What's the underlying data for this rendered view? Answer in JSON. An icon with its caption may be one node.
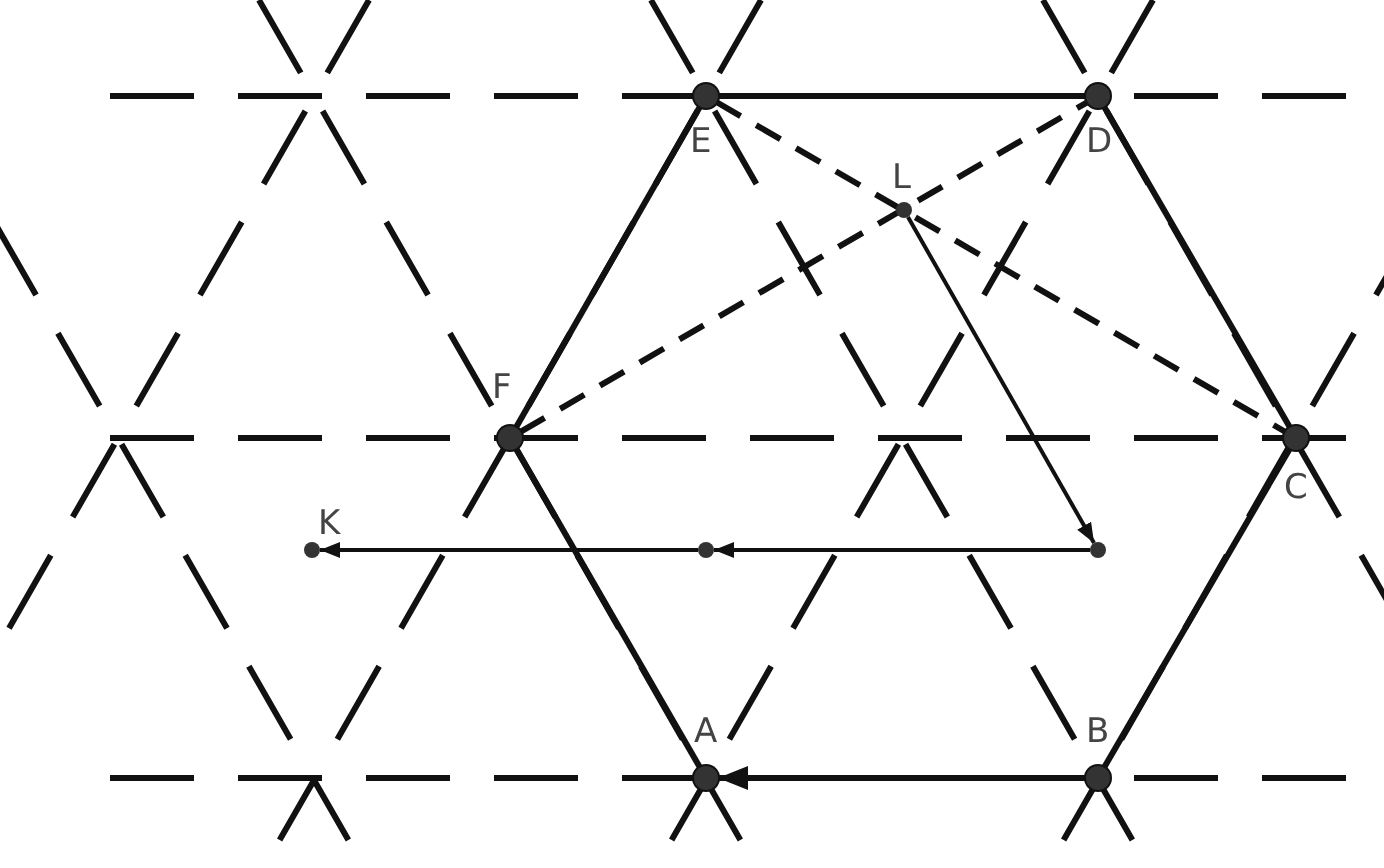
{
  "diagram": {
    "nodes": [
      {
        "text": [
          "A"
        ]
      },
      {
        "text": [
          "B"
        ]
      },
      {
        "text": [
          "C"
        ]
      },
      {
        "text": [
          "D"
        ]
      },
      {
        "text": [
          "E"
        ]
      },
      {
        "text": [
          "F"
        ]
      },
      {
        "text": [
          "K"
        ]
      },
      {
        "text": [
          "L"
        ]
      },
      {
        "text": [],
        "shape": "circle"
      },
      {
        "text": [],
        "shape": "circle"
      }
    ],
    "edges": [
      {
        "from": 4,
        "to": 3,
        "arrow": "none"
      },
      {
        "from": 3,
        "to": 2,
        "arrow": "none"
      },
      {
        "from": 2,
        "to": 1,
        "arrow": "none"
      },
      {
        "from": 1,
        "to": 0,
        "arrow": "to"
      },
      {
        "from": 0,
        "to": 5,
        "arrow": "none"
      },
      {
        "from": 5,
        "to": 4,
        "arrow": "none"
      },
      {
        "from": 4,
        "to": 2,
        "arrow": "none",
        "style": "dashed"
      },
      {
        "from": 5,
        "to": 3,
        "arrow": "none",
        "style": "dashed"
      },
      {
        "from": 7,
        "to": 9,
        "arrow": "to"
      },
      {
        "from": 9,
        "to": 8,
        "arrow": "to"
      },
      {
        "from": 8,
        "to": 6,
        "arrow": "to"
      }
    ]
  }
}
